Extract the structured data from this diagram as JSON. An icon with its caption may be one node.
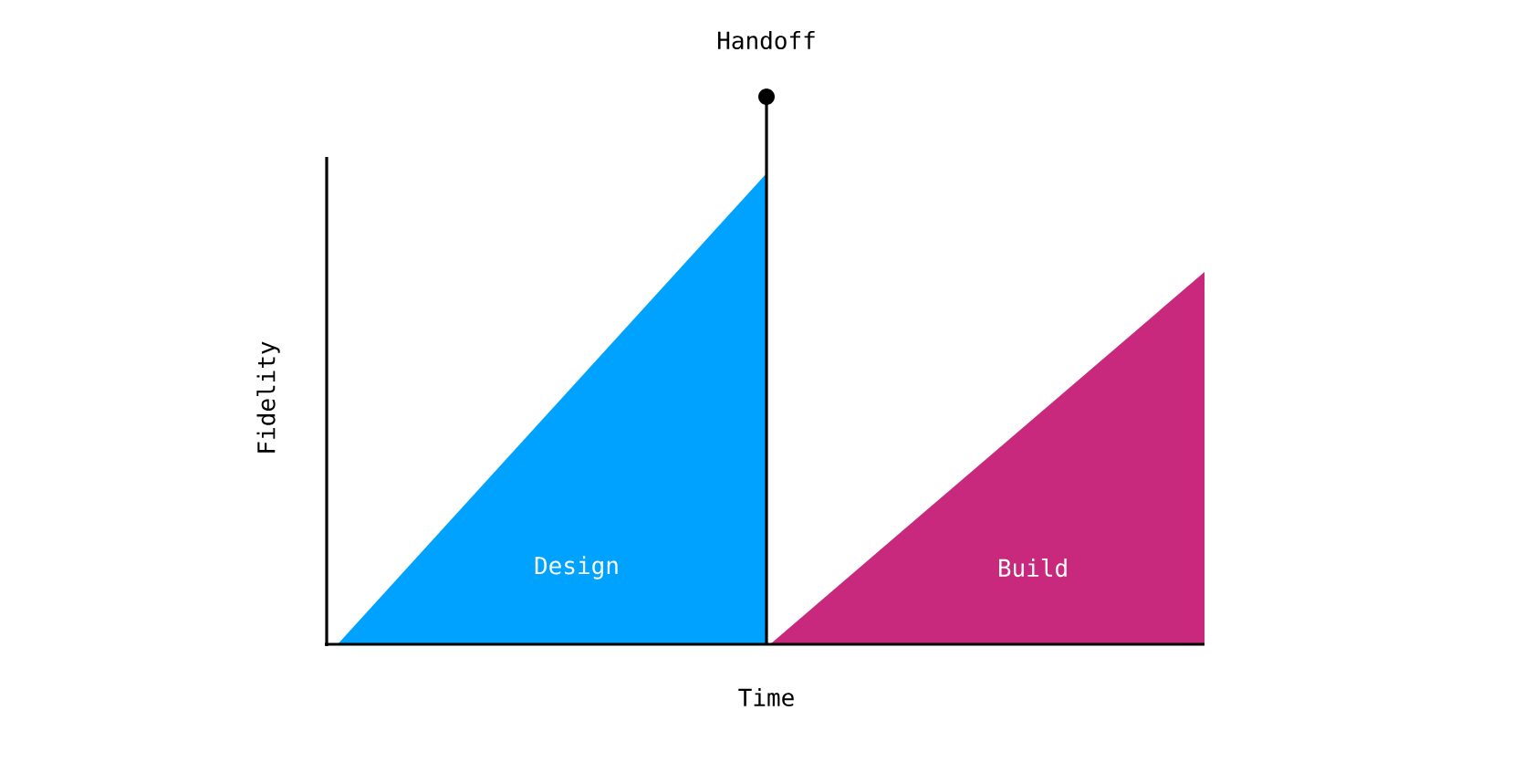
{
  "diagram": {
    "nodes": [
      {
        "text": [
          "Design"
        ]
      },
      {
        "text": [
          "Build"
        ]
      }
    ],
    "labels": [
      "Handoff",
      "Fidelity",
      "Time"
    ]
  }
}
